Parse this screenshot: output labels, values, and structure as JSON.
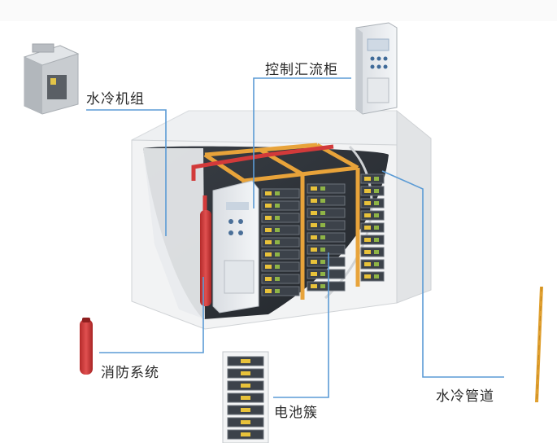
{
  "labels": {
    "water_chiller": "水冷机组",
    "control_cabinet": "控制汇流柜",
    "fire_system": "消防系统",
    "battery_cluster": "电池簇",
    "water_pipe": "水冷管道"
  },
  "colors": {
    "callout_line": "#5b9bd5",
    "container_frame": "#e6e6e6",
    "container_inside": "#2d3238",
    "fire_pipe": "#d23a3a",
    "battery_rack_frame": "#e8a33a",
    "water_pipe": "#e0a030"
  },
  "icons": {
    "water_chiller": "chiller-unit-icon",
    "control_cabinet": "control-cabinet-icon",
    "fire_system": "fire-extinguisher-icon",
    "battery_cluster": "battery-rack-icon",
    "water_pipe": "water-pipe-icon"
  }
}
